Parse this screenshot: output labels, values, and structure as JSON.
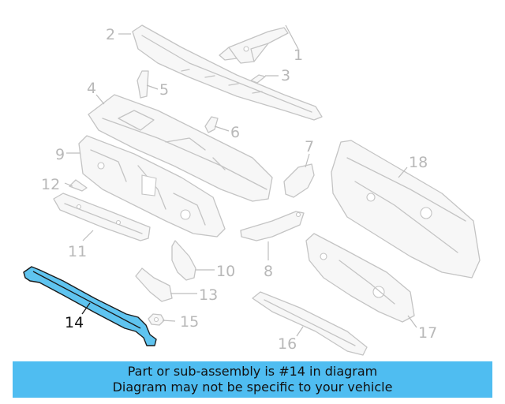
{
  "diagram": {
    "highlight_color": "#5fc4f0",
    "part_color": "#c4c4c4",
    "highlighted_part": "14",
    "callouts": {
      "c1": "1",
      "c2": "2",
      "c3": "3",
      "c4": "4",
      "c5": "5",
      "c6": "6",
      "c7": "7",
      "c8": "8",
      "c9": "9",
      "c10": "10",
      "c11": "11",
      "c12": "12",
      "c13": "13",
      "c14": "14",
      "c15": "15",
      "c16": "16",
      "c17": "17",
      "c18": "18"
    }
  },
  "banner": {
    "line1": "Part or sub-assembly is #14 in diagram",
    "line2": "Diagram may not be specific to your vehicle",
    "color": "#4fbdf1"
  }
}
